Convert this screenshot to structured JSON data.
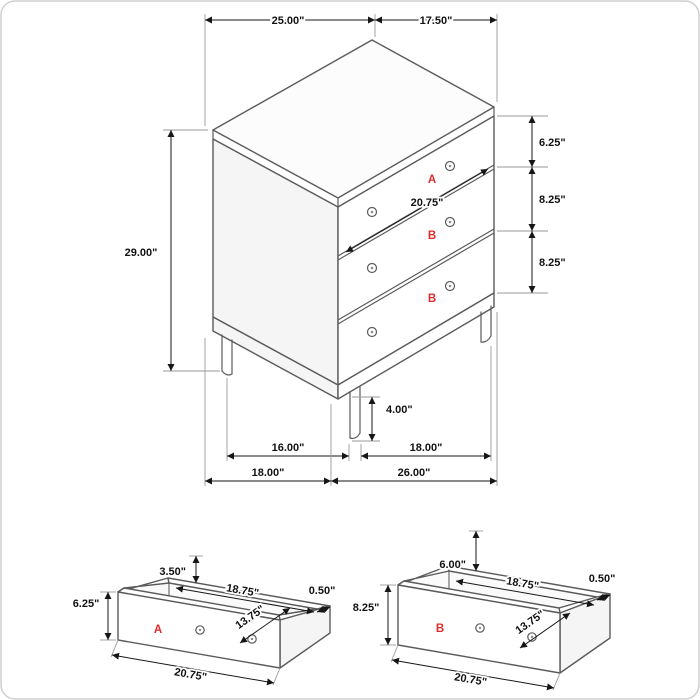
{
  "meta": {
    "accent_label_color": "#e02b2b",
    "line_color": "#5b5b5b",
    "dim_color": "#161616",
    "background": "#ffffff"
  },
  "main_view": {
    "description": "3-drawer chest isometric dimension view",
    "drawer_labels": {
      "top": "A",
      "middle": "B",
      "bottom": "B"
    },
    "dims": {
      "top_width": "25.00\"",
      "top_depth": "17.50\"",
      "overall_height": "29.00\"",
      "top_drawer_height": "6.25\"",
      "middle_drawer_height": "8.25\"",
      "bottom_drawer_height": "8.25\"",
      "drawer_front_width": "20.75\"",
      "leg_height": "4.00\"",
      "front_leg_spacing": "16.00\"",
      "side_leg_spacing": "18.00\"",
      "base_depth": "18.00\"",
      "base_width": "26.00\""
    }
  },
  "drawer_a": {
    "label": "A",
    "dims": {
      "back_height": "3.50\"",
      "inner_width": "18.75\"",
      "wall_thickness": "0.50\"",
      "front_height": "6.25\"",
      "inner_depth": "13.75\"",
      "front_width": "20.75\""
    }
  },
  "drawer_b": {
    "label": "B",
    "dims": {
      "back_height": "6.00\"",
      "inner_width": "18.75\"",
      "wall_thickness": "0.50\"",
      "front_height": "8.25\"",
      "inner_depth": "13.75\"",
      "front_width": "20.75\""
    }
  }
}
